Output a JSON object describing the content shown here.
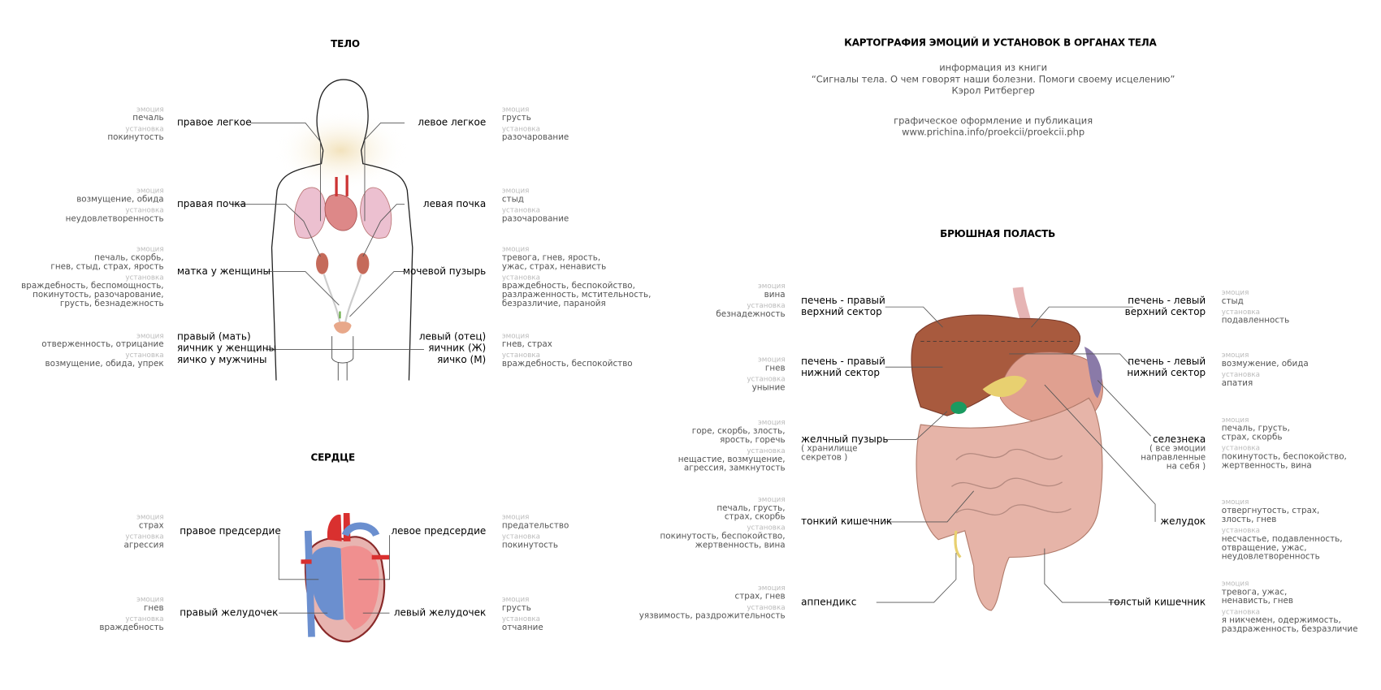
{
  "header": {
    "title": "КАРТОГРАФИЯ ЭМОЦИЙ И УСТАНОВОК В ОРГАНАХ ТЕЛА",
    "source_intro": "информация из книги",
    "book_title": "“Сигналы тела. О чем говорят наши болезни. Помоги своему исцелению”",
    "author": "Кэрол Ритбергер",
    "design_intro": "графическое оформление и публикация",
    "url": "www.prichina.info/proekcii/proekcii.php"
  },
  "tags": {
    "emotion": "эмоция",
    "attitude": "установка"
  },
  "sections": {
    "body": {
      "title": "ТЕЛО",
      "organs": [
        {
          "label": "правое легкое",
          "emotion": "печаль",
          "attitude": "покинутость"
        },
        {
          "label": "правая почка",
          "emotion": "возмущение, обида",
          "attitude": "неудовлетворенность"
        },
        {
          "label": "матка у женщины",
          "emotion": "печаль, скорбь,\nгнев, стыд, страх, ярость",
          "attitude": "враждебность, беспомощность,\nпокинутость, разочарование,\nгрусть, безнадежность"
        },
        {
          "label": "правый (мать)\nяичник у женщины\nяичко у мужчины",
          "emotion": "отверженность, отрицание",
          "attitude": "возмущение, обида, упрек"
        },
        {
          "label": "левое легкое",
          "emotion": "грусть",
          "attitude": "разочарование"
        },
        {
          "label": "левая почка",
          "emotion": "стыд",
          "attitude": "разочарование"
        },
        {
          "label": "мочевой пузырь",
          "emotion": "тревога, гнев, ярость,\nужас, страх, ненависть",
          "attitude": "враждебность, беспокойство,\nразлраженность, мстительность,\nбезразличие, паранойя"
        },
        {
          "label": "левый (отец)\nяичник (Ж)\nяичко (М)",
          "emotion": "гнев, страх",
          "attitude": "враждебность, беспокойство"
        }
      ]
    },
    "heart": {
      "title": "СЕРДЦЕ",
      "organs": [
        {
          "label": "правое предсердие",
          "emotion": "страх",
          "attitude": "агрессия"
        },
        {
          "label": "правый желудочек",
          "emotion": "гнев",
          "attitude": "враждебность"
        },
        {
          "label": "левое предсердие",
          "emotion": "предательство",
          "attitude": "покинутость"
        },
        {
          "label": "левый желудочек",
          "emotion": "грусть",
          "attitude": "отчаяние"
        }
      ]
    },
    "abdomen": {
      "title": "БРЮШНАЯ ПОЛАСТЬ",
      "organs": [
        {
          "label": "печень - правый\nверхний сектор",
          "emotion": "вина",
          "attitude": "безнадежность"
        },
        {
          "label": "печень - правый\nнижний сектор",
          "emotion": "гнев",
          "attitude": "уныние"
        },
        {
          "label": "желчный пузырь",
          "note": "( хранилище\nсекретов )",
          "emotion": "горе, скорбь, злость,\nярость, горечь",
          "attitude": "нещастие, возмущение,\nагрессия, замкнутость"
        },
        {
          "label": "тонкий кишечник",
          "emotion": "печаль, грусть,\nстрах, скорбь",
          "attitude": "покинутость, беспокойство,\nжертвенность, вина"
        },
        {
          "label": "аппендикс",
          "emotion": "страх, гнев",
          "attitude": "уязвимость, раздрожительность"
        },
        {
          "label": "печень - левый\nверхний сектор",
          "emotion": "стыд",
          "attitude": "подавленность"
        },
        {
          "label": "печень - левый\nнижний сектор",
          "emotion": "возмужение, обида",
          "attitude": "апатия"
        },
        {
          "label": "селезнека",
          "note": "( все эмоции\nнаправленные\nна себя )",
          "emotion": "печаль, грусть,\nстрах, скорбь",
          "attitude": "покинутость, беспокойство,\nжертвенность, вина"
        },
        {
          "label": "желудок",
          "emotion": "отвергнутость, страх,\nзлость, гнев",
          "attitude": "несчастье, подавленность,\nотвращение, ужас,\nнеудовлетворенность"
        },
        {
          "label": "толстый кишечник",
          "emotion": "тревога, ужас,\nненависть, гнев",
          "attitude": "я никчемен, одержимость,\nраздраженность, безразличие"
        }
      ]
    }
  },
  "colors": {
    "label": "#000000",
    "value": "#555555",
    "tag": "#bbbbbb",
    "lung": "#f1c9d6",
    "heart_red": "#d9302f",
    "heart_blue": "#6b8fcf",
    "liver": "#a85a3e",
    "intestine": "#e6b4a8"
  }
}
